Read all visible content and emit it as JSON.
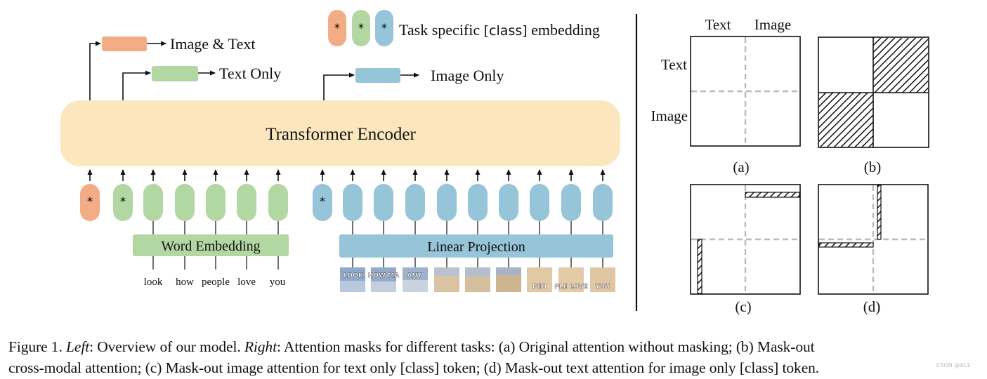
{
  "legend": {
    "token_symbol": "*",
    "prefix": "Task specific ",
    "code_word": "[class]",
    "suffix": " embedding",
    "colors": {
      "image_text": "#f2ad86",
      "text": "#b3d7a3",
      "image": "#96c4d8"
    }
  },
  "outputs": {
    "image_text": "Image & Text",
    "text_only": "Text Only",
    "image_only": "Image Only"
  },
  "encoder": {
    "label": "Transformer Encoder",
    "color": "#fbe6bd"
  },
  "word_embedding": {
    "label": "Word Embedding"
  },
  "linear_projection": {
    "label": "Linear Projection"
  },
  "words": [
    "look",
    "how",
    "people",
    "love",
    "you"
  ],
  "patches": [
    "LOOK",
    "HOW MA",
    "ANY",
    "",
    "",
    "",
    "PEO",
    "PLE LOVE",
    "YOU"
  ],
  "masks": {
    "col_text": "Text",
    "col_image": "Image",
    "row_text": "Text",
    "row_image": "Image",
    "labels": [
      "(a)",
      "(b)",
      "(c)",
      "(d)"
    ]
  },
  "caption": {
    "fig": "Figure 1.",
    "left_label": "Left",
    "left_text": ": Overview of our model. ",
    "right_label": "Right",
    "right_text": ": Attention masks for different tasks: (a) Original attention without masking; (b) Mask-out",
    "line2": "cross-modal attention; (c) Mask-out image attention for text only [class] token; (d) Mask-out text attention for image only [class] token."
  },
  "watermark": "CSDN @AL1"
}
